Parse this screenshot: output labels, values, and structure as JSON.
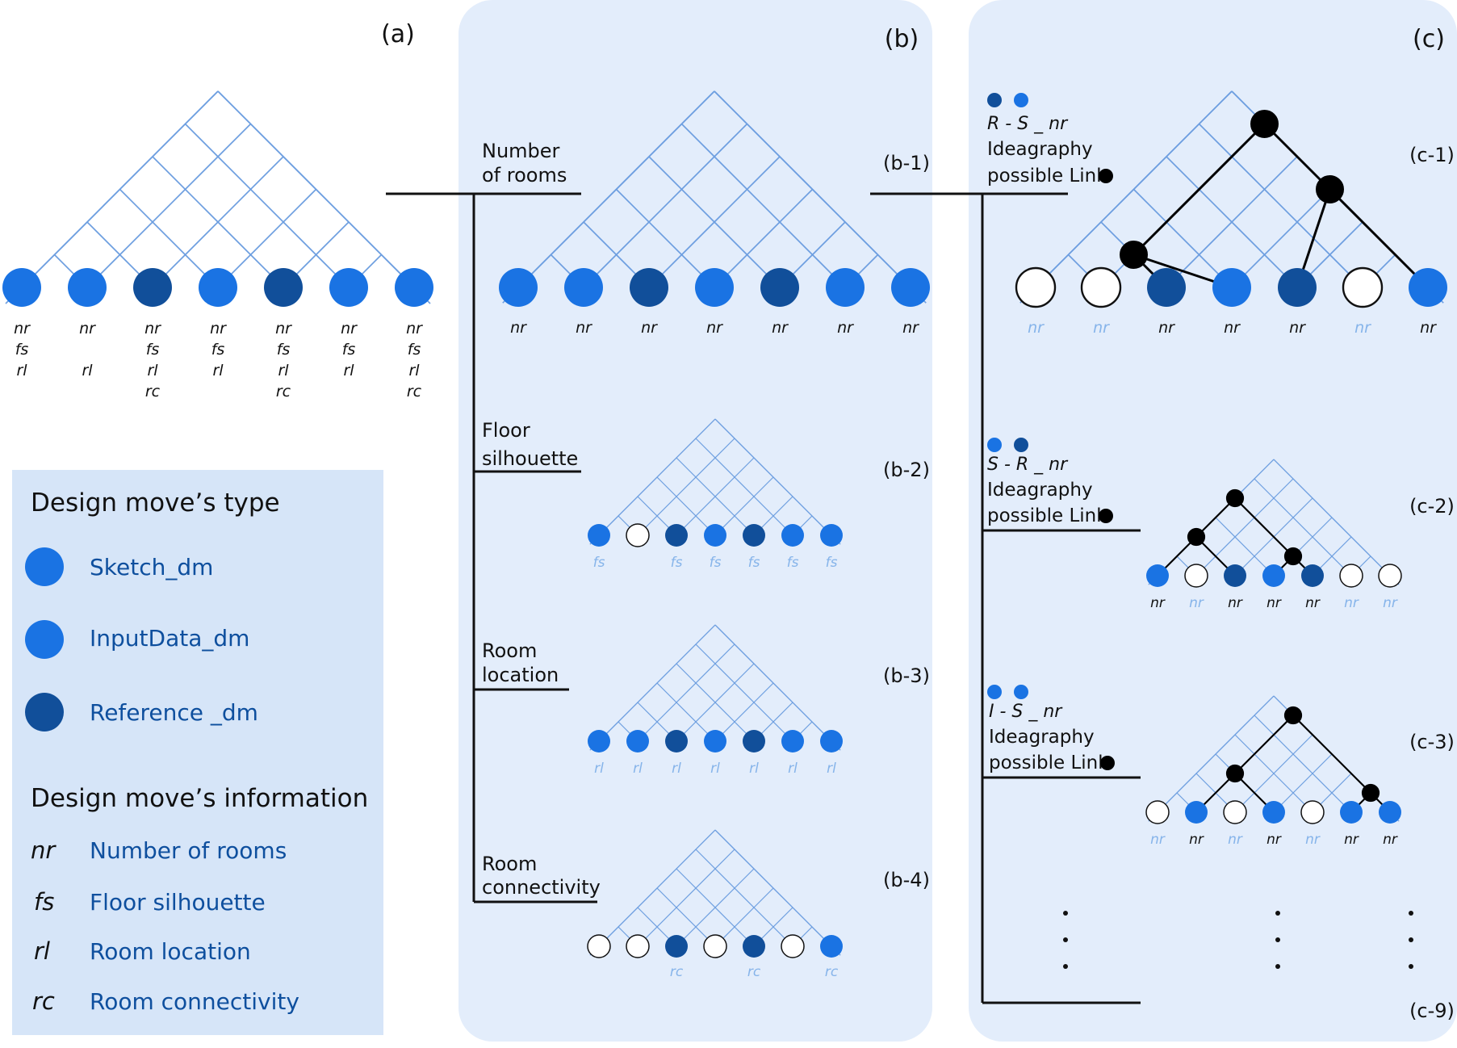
{
  "panels": {
    "a": {
      "label": "(a)"
    },
    "b": {
      "label": "(b)",
      "rows": [
        {
          "id": "(b-1)",
          "title": [
            "Number",
            "of rooms"
          ],
          "types": [
            "s",
            "s",
            "r",
            "s",
            "r",
            "s",
            "s"
          ],
          "labels": [
            "nr",
            "nr",
            "nr",
            "nr",
            "nr",
            "nr",
            "nr"
          ],
          "dim": []
        },
        {
          "id": "(b-2)",
          "title": [
            "Floor",
            "silhouette"
          ],
          "types": [
            "s",
            "o",
            "r",
            "s",
            "r",
            "s",
            "s"
          ],
          "labels": [
            "fs",
            "",
            "fs",
            "fs",
            "fs",
            "fs",
            "fs"
          ],
          "dim": [
            0,
            2,
            3,
            4,
            5,
            6
          ]
        },
        {
          "id": "(b-3)",
          "title": [
            "Room",
            "location"
          ],
          "types": [
            "s",
            "s",
            "r",
            "s",
            "r",
            "s",
            "s"
          ],
          "labels": [
            "rl",
            "rl",
            "rl",
            "rl",
            "rl",
            "rl",
            "rl"
          ],
          "dim": [
            0,
            1,
            2,
            3,
            4,
            5,
            6
          ]
        },
        {
          "id": "(b-4)",
          "title": [
            "Room",
            "connectivity"
          ],
          "types": [
            "o",
            "o",
            "r",
            "o",
            "r",
            "o",
            "s"
          ],
          "labels": [
            "",
            "",
            "rc",
            "",
            "rc",
            "",
            "rc"
          ],
          "dim": [
            2,
            4,
            6
          ]
        }
      ]
    },
    "c": {
      "label": "(c)",
      "rows": [
        {
          "id": "(c-1)",
          "code_dots": [
            "r",
            "s"
          ],
          "code": "R - S _ nr",
          "line1": "Ideagraphy",
          "line2": "possible Link",
          "types": [
            "o",
            "o",
            "r",
            "s",
            "r",
            "o",
            "s"
          ],
          "labels": [
            "nr",
            "nr",
            "nr",
            "nr",
            "nr",
            "nr",
            "nr"
          ],
          "dim": [
            0,
            1,
            5
          ]
        },
        {
          "id": "(c-2)",
          "code_dots": [
            "s",
            "r"
          ],
          "code": "S - R _ nr",
          "line1": "Ideagraphy",
          "line2": "possible Link",
          "types": [
            "s",
            "o",
            "r",
            "s",
            "r",
            "o",
            "o"
          ],
          "labels": [
            "nr",
            "nr",
            "nr",
            "nr",
            "nr",
            "nr",
            "nr"
          ],
          "dim": [
            1,
            5,
            6
          ]
        },
        {
          "id": "(c-3)",
          "code_dots": [
            "s",
            "s"
          ],
          "code": "I - S _ nr",
          "line1": "Ideagraphy",
          "line2": "possible Link",
          "types": [
            "o",
            "s",
            "o",
            "s",
            "o",
            "s",
            "s"
          ],
          "labels": [
            "nr",
            "nr",
            "nr",
            "nr",
            "nr",
            "nr",
            "nr"
          ],
          "dim": [
            0,
            2,
            4
          ]
        }
      ],
      "final_id": "(c-9)"
    }
  },
  "node_columns_a": [
    [
      "nr",
      "fs",
      "rl"
    ],
    [
      "nr",
      "",
      "rl"
    ],
    [
      "nr",
      "fs",
      "rl",
      "rc"
    ],
    [
      "nr",
      "fs",
      "rl"
    ],
    [
      "nr",
      "fs",
      "rl",
      "rc"
    ],
    [
      "nr",
      "fs",
      "rl"
    ],
    [
      "nr",
      "fs",
      "rl",
      "rc"
    ]
  ],
  "node_types_a": [
    "s",
    "s",
    "r",
    "s",
    "r",
    "s",
    "s"
  ],
  "legend": {
    "type_title": "Design move’s type",
    "types": [
      {
        "key": "s",
        "label": "Sketch_dm"
      },
      {
        "key": "i",
        "label": "InputData_dm"
      },
      {
        "key": "r",
        "label": "Reference _dm"
      }
    ],
    "info_title": "Design move’s information",
    "info": [
      {
        "abbr": "nr",
        "label": "Number of rooms"
      },
      {
        "abbr": "fs",
        "label": "Floor silhouette"
      },
      {
        "abbr": "rl",
        "label": "Room location"
      },
      {
        "abbr": "rc",
        "label": "Room connectivity"
      }
    ]
  },
  "colors": {
    "sketch": "#1a73e3",
    "input": "#1a73e3",
    "reference": "#114f9a",
    "grid": "#6e9fe0",
    "panel_bg": "#e3edfb",
    "legend_bg": "#d6e5f8",
    "legend_text": "#0e4f9e",
    "dim_label": "#86b4ea",
    "ink": "#111111"
  }
}
